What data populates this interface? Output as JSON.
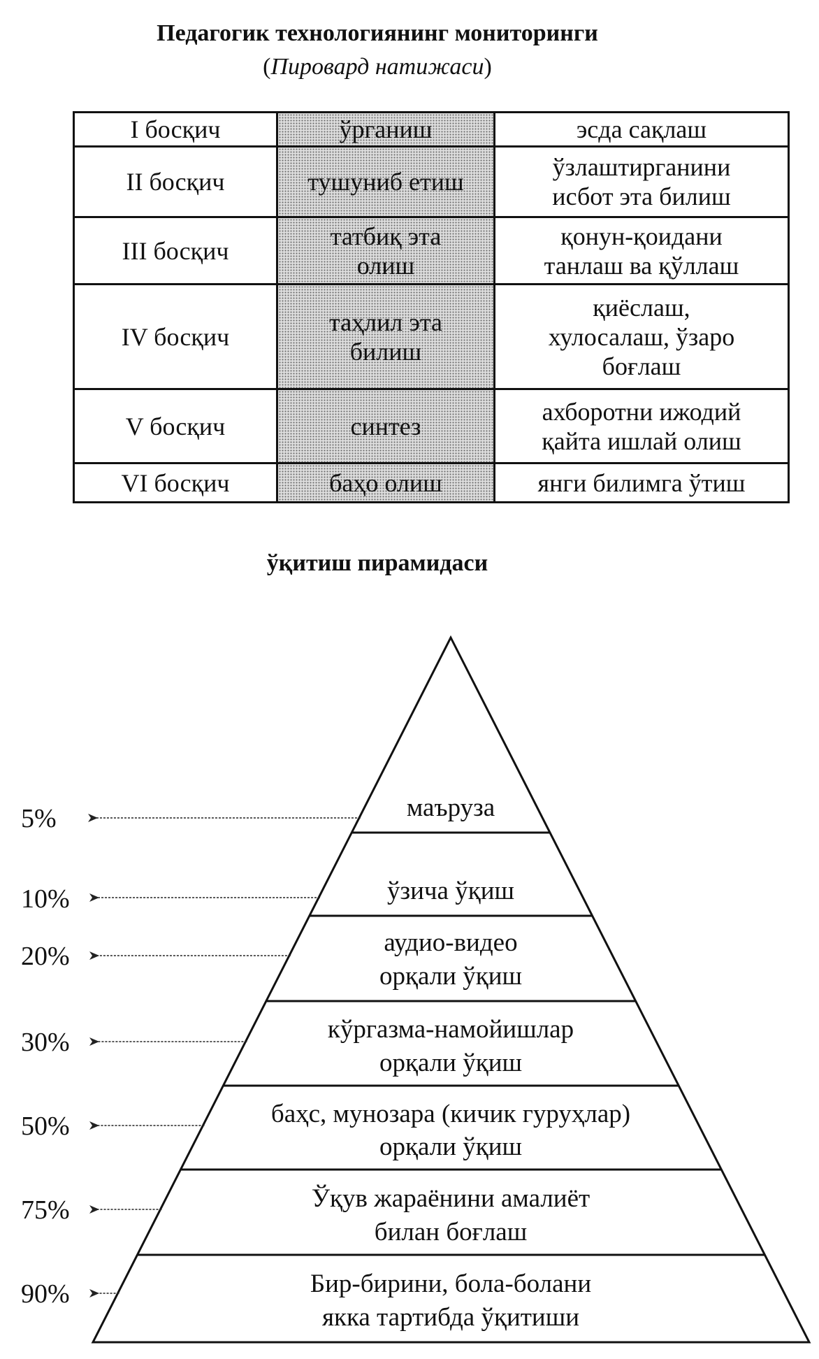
{
  "monitoring": {
    "title": "Педагогик технологиянинг мониторинги",
    "subtitle_open": "(",
    "subtitle_italic": "Пировард натижаси",
    "subtitle_close": ")",
    "rows": [
      {
        "stage": "I босқич",
        "activity": [
          "ўрганиш"
        ],
        "result": [
          "эсда сақлаш"
        ]
      },
      {
        "stage": "II босқич",
        "activity": [
          "тушуниб етиш"
        ],
        "result": [
          "ўзлаштирганини",
          "исбот эта билиш"
        ]
      },
      {
        "stage": "III босқич",
        "activity": [
          "татбиқ эта",
          "олиш"
        ],
        "result": [
          "қонун-қоидани",
          "танлаш ва қўллаш"
        ]
      },
      {
        "stage": "IV босқич",
        "activity": [
          "таҳлил эта",
          "билиш"
        ],
        "result": [
          "қиёслаш,",
          "хулосалаш, ўзаро",
          "боғлаш"
        ]
      },
      {
        "stage": "V босқич",
        "activity": [
          "синтез"
        ],
        "result": [
          "ахборотни ижодий",
          "қайта ишлай олиш"
        ]
      },
      {
        "stage": "VI босқич",
        "activity": [
          "баҳо олиш"
        ],
        "result": [
          "янги билимга ўтиш"
        ]
      }
    ]
  },
  "pyramid": {
    "title": "ўқитиш пирамидаси",
    "levels": [
      {
        "percent": "5%",
        "value": 5,
        "lines": [
          "маъруза"
        ]
      },
      {
        "percent": "10%",
        "value": 10,
        "lines": [
          "ўзича ўқиш"
        ]
      },
      {
        "percent": "20%",
        "value": 20,
        "lines": [
          "аудио-видео",
          "орқали ўқиш"
        ]
      },
      {
        "percent": "30%",
        "value": 30,
        "lines": [
          "кўргазма-намойишлар",
          "орқали ўқиш"
        ]
      },
      {
        "percent": "50%",
        "value": 50,
        "lines": [
          "баҳс, мунозара (кичик гуруҳлар)",
          "орқали ўқиш"
        ]
      },
      {
        "percent": "75%",
        "value": 75,
        "lines": [
          "Ўқув жараёнини амалиёт",
          "билан боғлаш"
        ]
      },
      {
        "percent": "90%",
        "value": 90,
        "lines": [
          "Бир-бирини, бола-болани",
          "якка тартибда ўқитиши"
        ]
      }
    ]
  }
}
